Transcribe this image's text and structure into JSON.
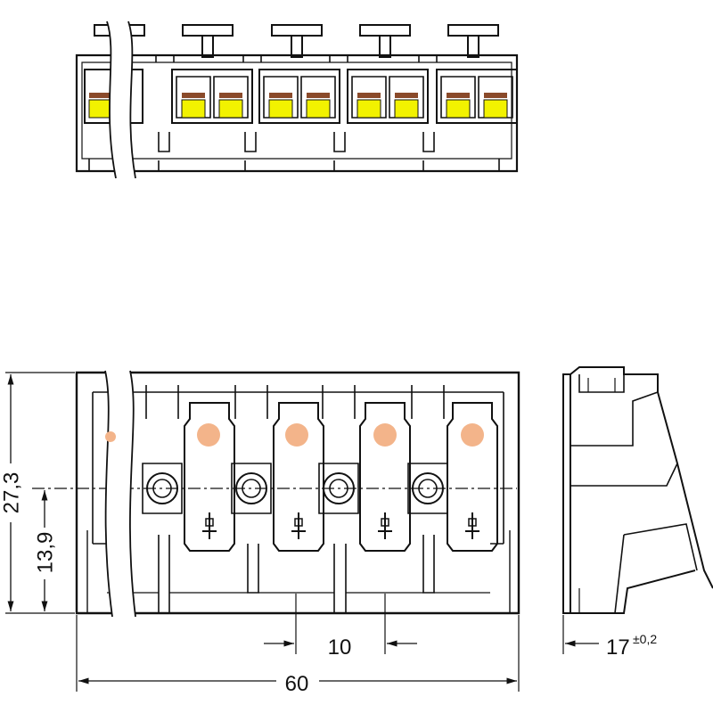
{
  "dimensions": {
    "height_total": "27,3",
    "height_axis": "13,9",
    "pitch": "10",
    "length": "60",
    "depth": "17",
    "depth_tolerance": "±0,2"
  },
  "colors": {
    "line": "#111111",
    "wire_entry": "#f3b48a",
    "spring_yellow": "#f2f200",
    "spring_brown": "#8a4a2a"
  }
}
